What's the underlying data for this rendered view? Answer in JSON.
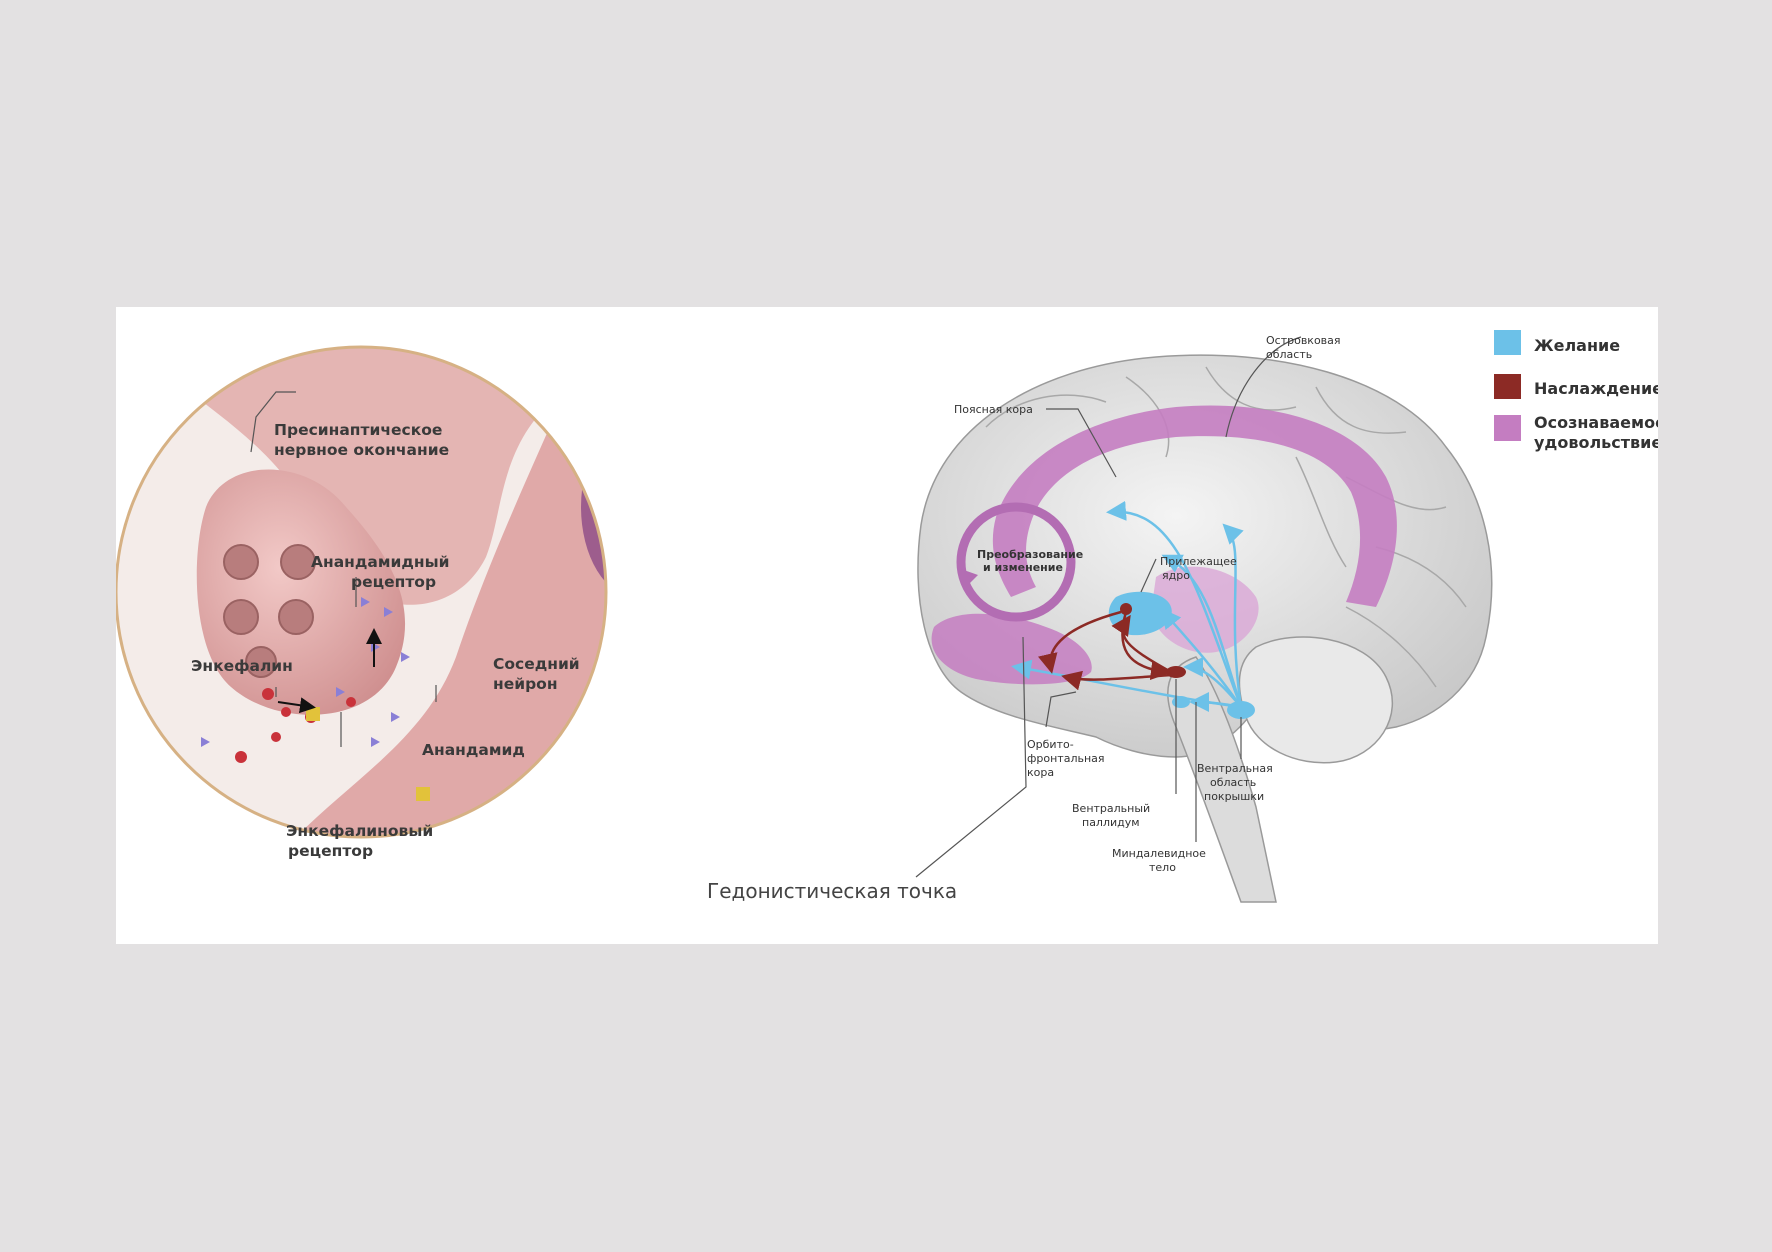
{
  "colors": {
    "page_bg": "#e3e1e2",
    "panel_bg": "#ffffff",
    "desire": "#6cc1e8",
    "pleasure": "#8c2a25",
    "conscious_pleasure": "#c47dc1",
    "neuron": "#e2a7a6",
    "circle_border": "#d6b184"
  },
  "synapse": {
    "label_presynaptic_1": "Пресинаптическое",
    "label_presynaptic_2": "нервное окончание",
    "label_anandamide_receptor_1": "Анандамидный",
    "label_anandamide_receptor_2": "рецептор",
    "label_enkephalin": "Энкефалин",
    "label_neighbor_1": "Соседний",
    "label_neighbor_2": "нейрон",
    "label_anandamide": "Анандамид",
    "label_enk_receptor_1": "Энкефалиновый",
    "label_enk_receptor_2": "рецептор"
  },
  "brain": {
    "insular_1": "Островковая",
    "insular_2": "область",
    "cingulate": "Поясная кора",
    "transform_1": "Преобразование",
    "transform_2": "и изменение",
    "accumbens_1": "Прилежащее",
    "accumbens_2": "ядро",
    "orbito_1": "Орбито-",
    "orbito_2": "фронтальная",
    "orbito_3": "кора",
    "vta_1": "Вентральная",
    "vta_2": "область",
    "vta_3": "покрышки",
    "pallidum_1": "Вентральный",
    "pallidum_2": "паллидум",
    "amygdala_1": "Миндалевидное",
    "amygdala_2": "тело"
  },
  "legend": [
    {
      "label": "Желание",
      "color": "#6cc1e8"
    },
    {
      "label": "Наслаждение",
      "color": "#8c2a25"
    },
    {
      "label_1": "Осознаваемое",
      "label_2": "удовольствие",
      "color": "#c47dc1"
    }
  ],
  "caption": "Гедонистическая точка"
}
